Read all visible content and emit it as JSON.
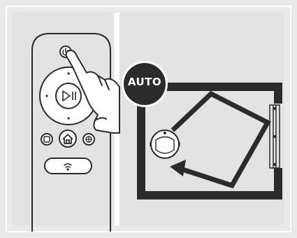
{
  "illustration": {
    "mode_badge": {
      "label": "AUTO"
    },
    "remote": {
      "buttons": [
        "power-button",
        "play-pause-button",
        "home-button",
        "left-button",
        "right-button",
        "up-button",
        "down-button",
        "spot-clean-button",
        "navigate-button",
        "wifi-button"
      ]
    },
    "colors": {
      "background": "#e3e3e3",
      "ink": "#2b2b2b",
      "badge": "#2b2b2b",
      "badge_text": "#ffffff",
      "frame": "#ffffff"
    }
  }
}
